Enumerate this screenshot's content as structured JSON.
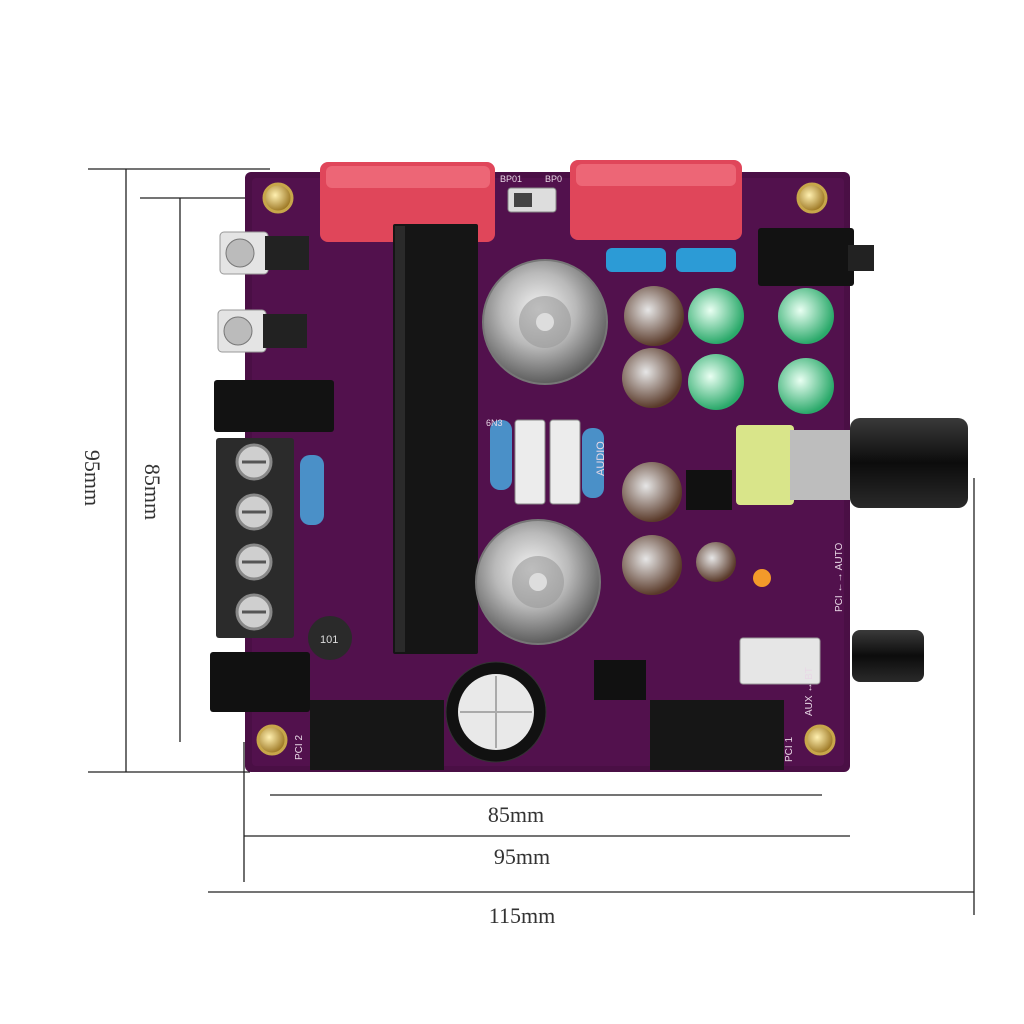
{
  "dimensions": {
    "height_outer": "95mm",
    "height_inner": "85mm",
    "width_inner": "85mm",
    "width_board": "95mm",
    "width_overall": "115mm"
  },
  "board_labels": {
    "bp01": "BP01",
    "bp0": "BP0",
    "audio": "AUDIO",
    "pci2": "PCI 2",
    "pci1": "PCI 1",
    "aux_bt": "AUX ↔ BT",
    "pci_auto": "PCI ←→ AUTO",
    "inductor": "101",
    "tube_code": "6N3"
  },
  "colors": {
    "board": "#4a0f45",
    "capacitor_red": "#e0465a",
    "heatsink": "#151515",
    "dimension_line": "#222222"
  }
}
